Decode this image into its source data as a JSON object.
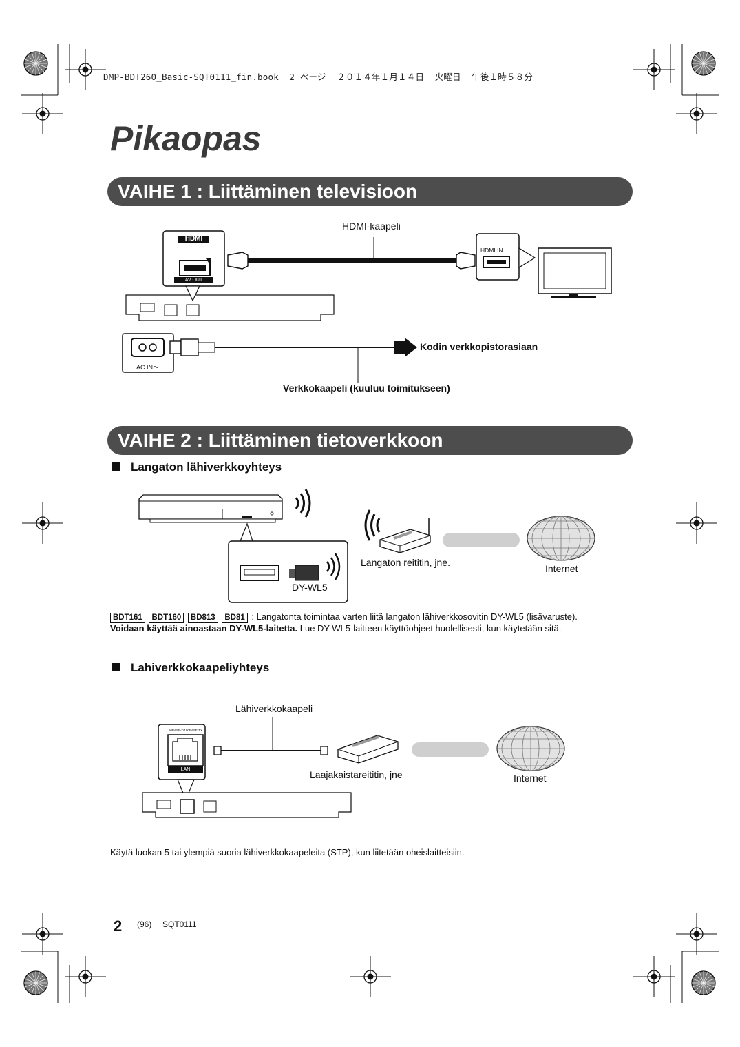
{
  "header_line": "DMP-BDT260_Basic-SQT0111_fin.book  2 ページ  ２０１４年１月１４日  火曜日  午後１時５８分",
  "page_title": "Pikaopas",
  "step1": {
    "title": "VAIHE 1 : Liittäminen televisioon",
    "hdmi_cable_label": "HDMI-kaapeli",
    "hdmi_logo": "HDMI",
    "av_out_label": "AV OUT",
    "hdmi_in_label": "HDMI IN",
    "ac_in_label": "AC IN～",
    "outlet_label": "Kodin verkkopistorasiaan",
    "power_cable_label": "Verkkokaapeli (kuuluu toimitukseen)"
  },
  "step2": {
    "title": "VAIHE 2 : Liittäminen tietoverkkoon",
    "wireless": {
      "heading": "Langaton lähiverkkoyhteys",
      "router_label": "Langaton reititin, jne.",
      "internet_label": "Internet",
      "adapter_label": "DY-WL5",
      "models": [
        "BDT161",
        "BDT160",
        "BD813",
        "BD81"
      ],
      "note_text": " : Langatonta toimintaa varten liitä langaton lähiverkkosovitin DY-WL5 (lisävaruste).",
      "note_bold": "Voidaan käyttää ainoastaan DY-WL5-laitetta.",
      "note_rest": " Lue DY-WL5-laitteen käyttöohjeet huolellisesti, kun käytetään sitä."
    },
    "wired": {
      "heading": "Lahiverkkokaapeliyhteys",
      "cable_label": "Lähiverkkokaapeli",
      "port_label": "10BASE-T/100BASE-TX",
      "lan_label": "LAN",
      "router_label": "Laajakaistareititin, jne",
      "internet_label": "Internet"
    },
    "footnote": "Käytä luokan 5 tai ylempiä suoria lähiverkkokaapeleita (STP), kun liitetään oheislaitteisiin."
  },
  "footer": {
    "page_number": "2",
    "sub_page": "(96)",
    "doc_code": "SQT0111"
  }
}
